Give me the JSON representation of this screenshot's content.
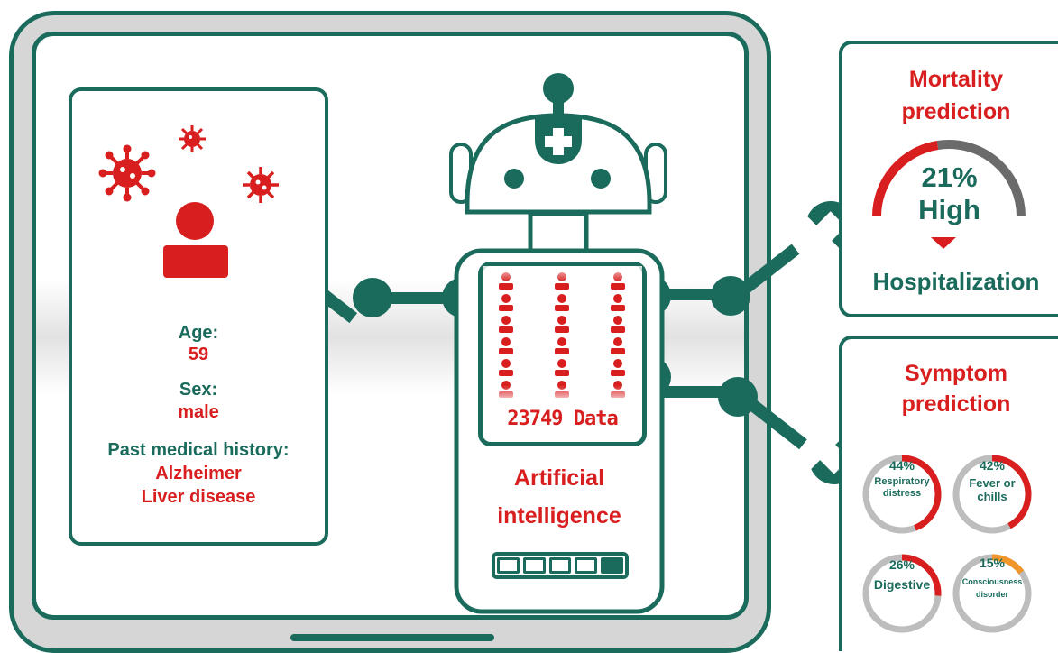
{
  "patient": {
    "age_label": "Age:",
    "age_value": "59",
    "sex_label": "Sex:",
    "sex_value": "male",
    "history_label": "Past medical history:",
    "history_items": [
      "Alzheimer",
      "Liver disease"
    ]
  },
  "robot": {
    "data_count": "23749 Data",
    "ai_label_line1": "Artificial",
    "ai_label_line2": "intelligence",
    "progress_filled_segments": 1,
    "progress_total_segments": 5
  },
  "mortality": {
    "title_line1": "Mortality",
    "title_line2": "prediction",
    "percent": "21%",
    "level": "High",
    "outcome": "Hospitalization",
    "value": 0.21
  },
  "symptoms": {
    "title_line1": "Symptom",
    "title_line2": "prediction",
    "items": [
      {
        "percent": "44%",
        "label_line1": "Respiratory",
        "label_line2": "distress",
        "value": 0.44,
        "color": "#d81e1e"
      },
      {
        "percent": "42%",
        "label_line1": "Fever or",
        "label_line2": "chills",
        "value": 0.42,
        "color": "#d81e1e"
      },
      {
        "percent": "26%",
        "label_line1": "Digestive",
        "label_line2": "",
        "value": 0.26,
        "color": "#d81e1e"
      },
      {
        "percent": "15%",
        "label_line1": "Consciousness",
        "label_line2": "disorder",
        "value": 0.15,
        "color": "#f0962b"
      }
    ]
  },
  "colors": {
    "primary": "#1a6b5c",
    "accent": "#d81e1e",
    "warning": "#f0962b",
    "track": "#bdbdbd"
  }
}
